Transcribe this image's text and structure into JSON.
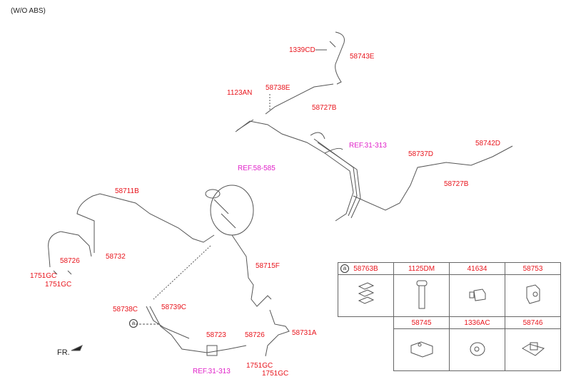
{
  "title": "(W/O ABS)",
  "labels": {
    "p1339CD": "1339CD",
    "p58743E": "58743E",
    "p1123AN": "1123AN",
    "p58738E": "58738E",
    "p58727B_top": "58727B",
    "ref31_313_top": "REF.31-313",
    "p58737D": "58737D",
    "p58742D": "58742D",
    "p58727B_right": "58727B",
    "ref58_585": "REF.58-585",
    "p58711B": "58711B",
    "p58732": "58732",
    "p58726_left": "58726",
    "p1751GC_l1": "1751GC",
    "p1751GC_l2": "1751GC",
    "p58715F": "58715F",
    "p58738C": "58738C",
    "p58739C": "58739C",
    "p58723": "58723",
    "p58726_bottom": "58726",
    "p58731A": "58731A",
    "p1751GC_b1": "1751GC",
    "p1751GC_b2": "1751GC",
    "ref31_313_bottom": "REF.31-313",
    "front": "FR.",
    "callout_a": "a"
  },
  "parts_table": {
    "marker": "a",
    "row1": [
      "58763B",
      "1125DM",
      "41634",
      "58753"
    ],
    "row2": [
      "58745",
      "1336AC",
      "58746"
    ]
  },
  "colors": {
    "part_number": "#e8141c",
    "reference": "#e020c8"
  }
}
